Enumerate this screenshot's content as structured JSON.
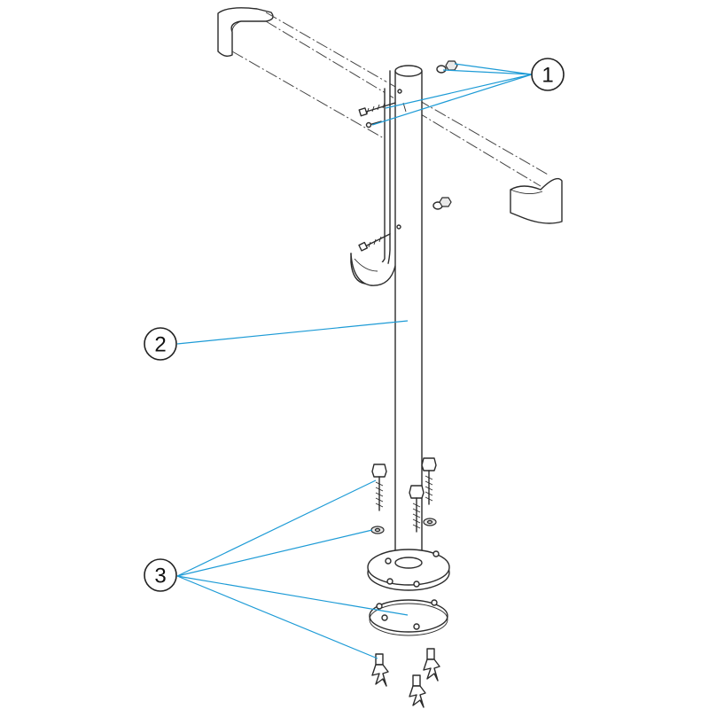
{
  "callouts": [
    {
      "label": "1"
    },
    {
      "label": "2"
    },
    {
      "label": "3"
    }
  ],
  "colors": {
    "leader_line": "#1d9bd6",
    "line_art": "#2b2b2b",
    "background": "#ffffff"
  }
}
